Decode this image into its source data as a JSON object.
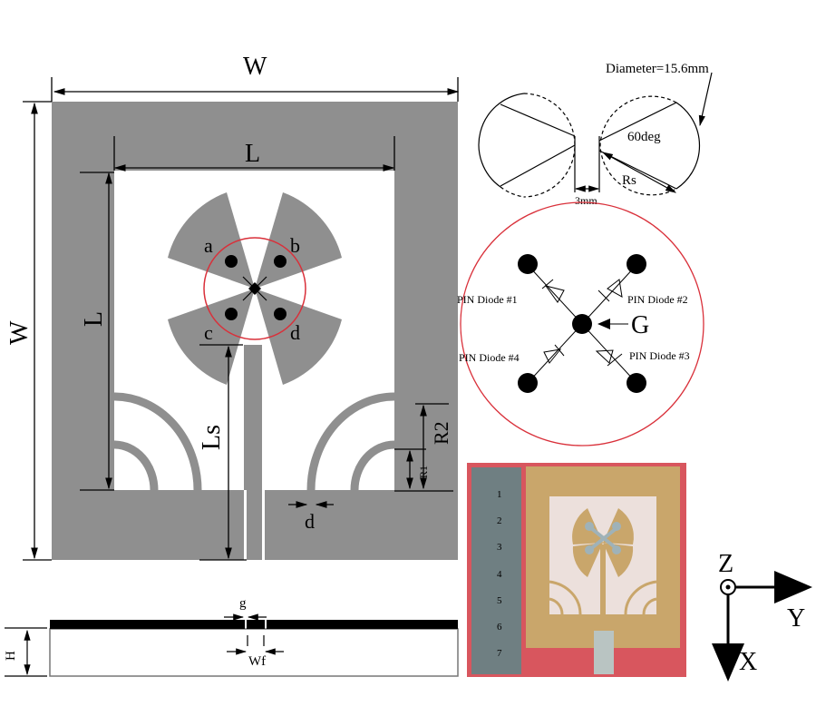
{
  "colors": {
    "metal": "#8f8f8f",
    "red_circle": "#d9303a",
    "copper": "#c9a66b",
    "background": "#ffffff"
  },
  "layout_labels": {
    "width_top": "W",
    "width_left": "W",
    "length_top": "L",
    "length_left": "L",
    "slot_length": "Ls",
    "radius_outer": "R2",
    "radius_inner": "R1",
    "arc_width": "d",
    "petals": [
      "a",
      "b",
      "c",
      "d"
    ]
  },
  "cross_section": {
    "gap": "g",
    "feed_width": "Wf",
    "height": "H"
  },
  "petal_detail": {
    "diameter": "Diameter=15.6mm",
    "angle": "60deg",
    "radius": "Rs",
    "gap": "3mm"
  },
  "diode_detail": {
    "diodes": [
      "PIN Diode #1",
      "PIN Diode #2",
      "PIN Diode #3",
      "PIN Diode #4"
    ],
    "ground": "G"
  },
  "photo": {
    "ruler_marks": [
      "1",
      "2",
      "3",
      "4",
      "5",
      "6",
      "7"
    ]
  },
  "axes": {
    "z": "Z",
    "y": "Y",
    "x": "X"
  }
}
